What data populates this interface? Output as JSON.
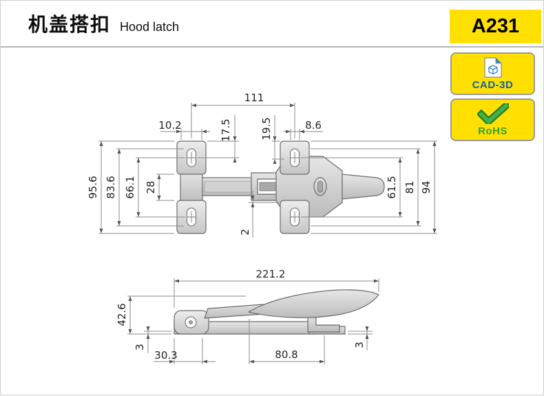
{
  "header": {
    "title_zh": "机盖搭扣",
    "title_en": "Hood latch",
    "part_number": "A231"
  },
  "badges": {
    "cad3d_label": "CAD-3D",
    "rohs_label": "RoHS"
  },
  "colors": {
    "accent_yellow": "#ffe000",
    "cad_blue": "#1261a8",
    "rohs_green": "#33a02c",
    "dim_line": "#8a8a8a",
    "dim_text": "#222222",
    "part_stroke": "#6b6b6b"
  },
  "drawing": {
    "dims_top": {
      "d111": "111",
      "d10_2": "10.2",
      "d17_5": "17.5",
      "d19_5": "19.5",
      "d8_6": "8.6",
      "d95_6": "95.6",
      "d83_6": "83.6",
      "d66_1": "66.1",
      "d28": "28",
      "d2": "2",
      "d61_5": "61.5",
      "d81": "81",
      "d94": "94"
    },
    "dims_side": {
      "d221_2": "221.2",
      "d42_6": "42.6",
      "d3_left": "3",
      "d30_3": "30.3",
      "d80_8": "80.8",
      "d3_right": "3"
    }
  }
}
